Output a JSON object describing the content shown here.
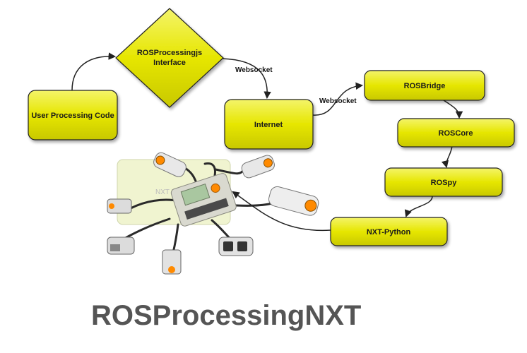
{
  "diagram": {
    "title": "ROSProcessingNXT",
    "nodes": {
      "user_code": "User Processing Code",
      "interface_line1": "ROSProcessingjs",
      "interface_line2": "Interface",
      "internet": "Internet",
      "rosbridge": "ROSBridge",
      "roscore": "ROSCore",
      "rospy": "ROSpy",
      "nxt_python": "NXT-Python"
    },
    "edges": {
      "websocket_1": "Websocket",
      "websocket_2": "Websocket"
    },
    "robot_image": {
      "label": "NXT Robot"
    },
    "colors": {
      "node_fill": "#e6e600",
      "node_border": "#222222",
      "edge": "#222222",
      "title": "#555555"
    }
  }
}
